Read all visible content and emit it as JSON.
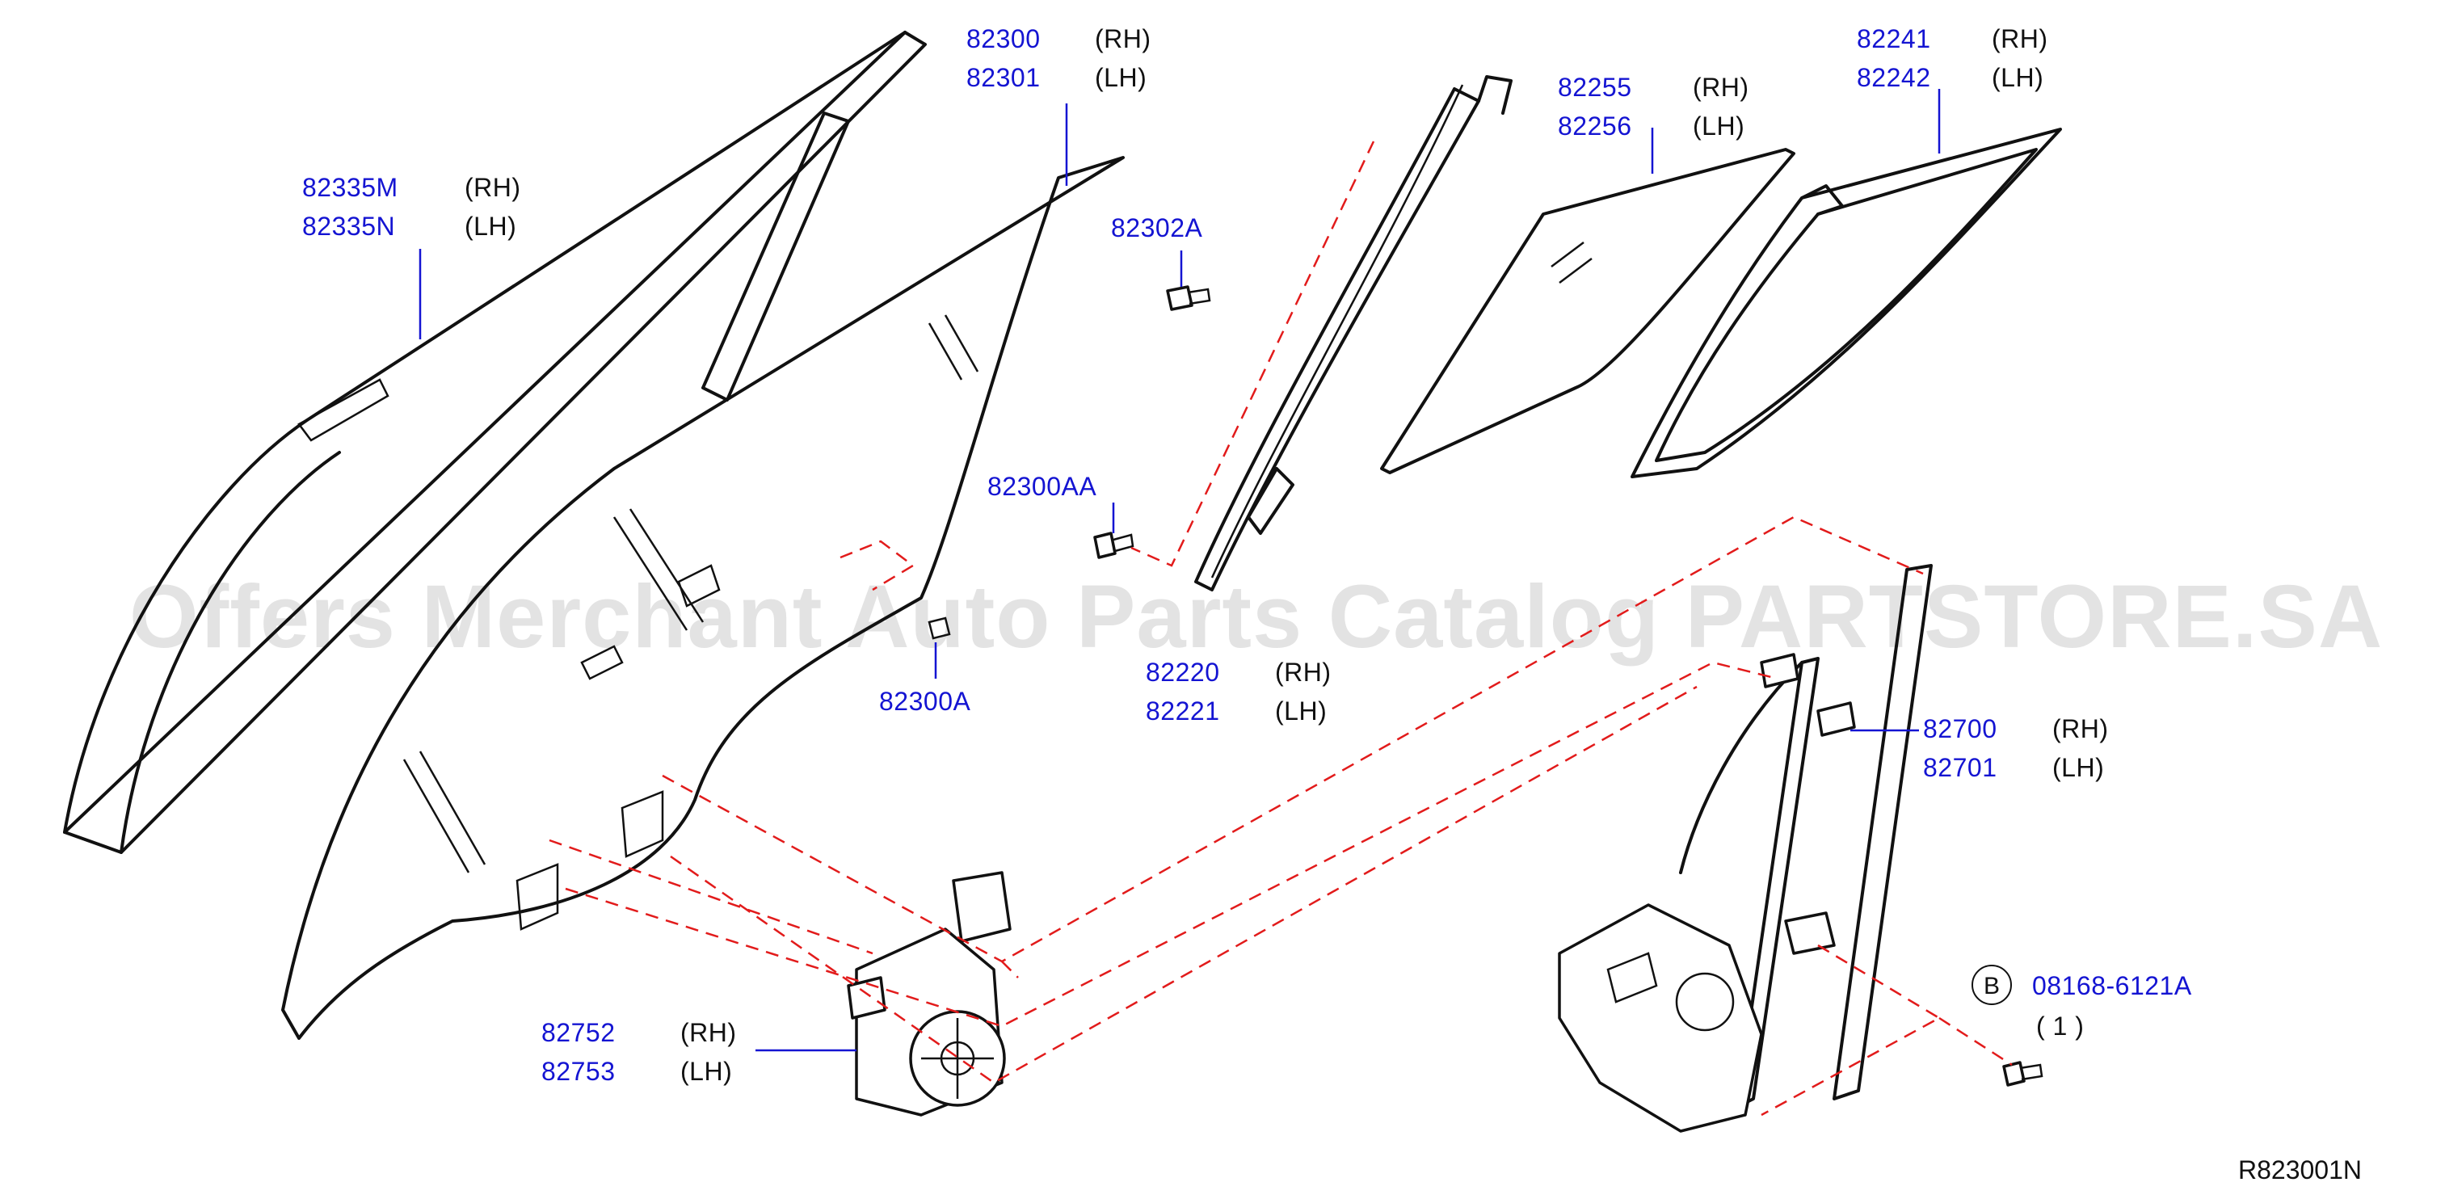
{
  "watermark": "Offers Merchant Auto Parts Catalog PARTSTORE.SA",
  "reference_code": "R823001N",
  "callouts": {
    "sash": {
      "rh_part": "82335M",
      "lh_part": "82335N",
      "rh": "(RH)",
      "lh": "(LH)"
    },
    "glass": {
      "rh_part": "82300",
      "lh_part": "82301",
      "rh": "(RH)",
      "lh": "(LH)"
    },
    "screw": {
      "part": "82302A"
    },
    "bolt": {
      "part": "82300AA"
    },
    "clip": {
      "part": "82300A"
    },
    "channel": {
      "rh_part": "82220",
      "lh_part": "82221",
      "rh": "(RH)",
      "lh": "(LH)"
    },
    "partition_glass": {
      "rh_part": "82255",
      "lh_part": "82256",
      "rh": "(RH)",
      "lh": "(LH)"
    },
    "partition_seal": {
      "rh_part": "82241",
      "lh_part": "82242",
      "rh": "(RH)",
      "lh": "(LH)"
    },
    "regulator": {
      "rh_part": "82700",
      "lh_part": "82701",
      "rh": "(RH)",
      "lh": "(LH)"
    },
    "motor": {
      "rh_part": "82752",
      "lh_part": "82753",
      "rh": "(RH)",
      "lh": "(LH)"
    },
    "fastener_b": {
      "badge": "B",
      "part": "08168-6121A",
      "qty": "( 1 )"
    }
  }
}
